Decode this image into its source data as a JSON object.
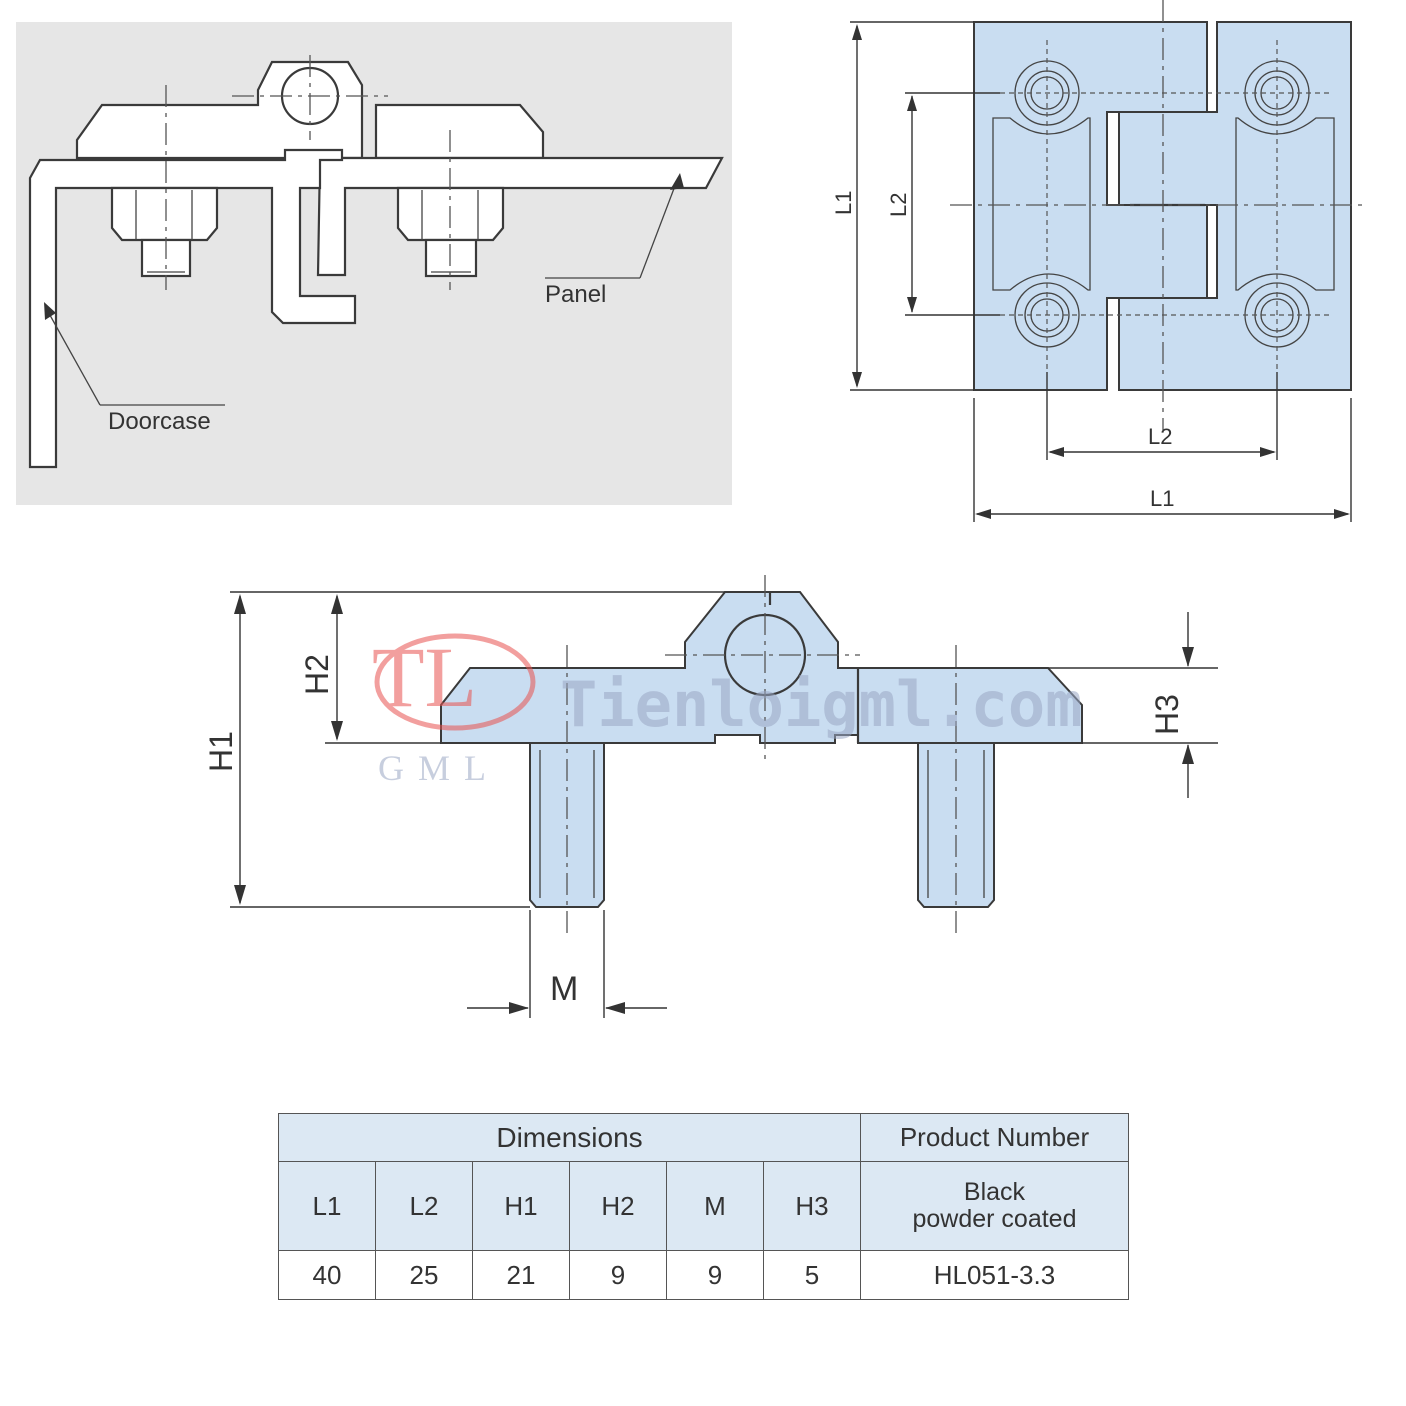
{
  "installation": {
    "label_panel": "Panel",
    "label_doorcase": "Doorcase"
  },
  "plan_view": {
    "label_l1_vertical": "L1",
    "label_l2_vertical": "L2",
    "label_l2_horizontal": "L2",
    "label_l1_horizontal": "L1"
  },
  "side_view": {
    "label_h1": "H1",
    "label_h2": "H2",
    "label_h3": "H3",
    "label_m": "M"
  },
  "watermark": {
    "logo_letters": "TL",
    "logo_sub": "GML",
    "site": "Tienloigml.com"
  },
  "table": {
    "group_dimensions": "Dimensions",
    "group_product": "Product Number",
    "columns": [
      "L1",
      "L2",
      "H1",
      "H2",
      "M",
      "H3"
    ],
    "product_col_line1": "Black",
    "product_col_line2": "powder coated",
    "values": [
      "40",
      "25",
      "21",
      "9",
      "9",
      "5"
    ],
    "product_number": "HL051-3.3"
  },
  "colors": {
    "part_fill": "#c9ddf1",
    "panel_bg": "#e6e6e6",
    "table_header_bg": "#dce8f3",
    "watermark_red": "#e8524f",
    "watermark_blue": "#9aa7c4"
  }
}
